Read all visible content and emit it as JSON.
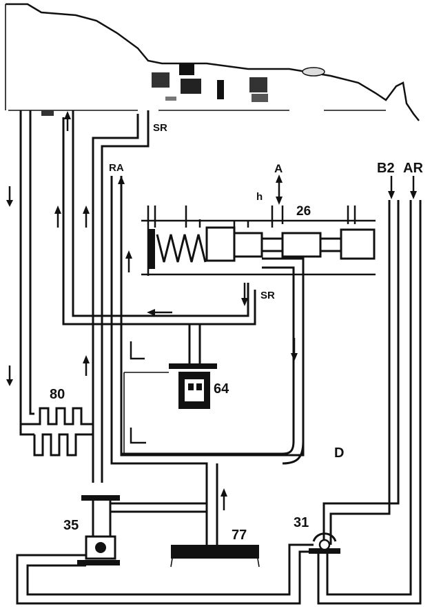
{
  "labels": {
    "sr_top": "SR",
    "ra": "RA",
    "a": "A",
    "h": "h",
    "valve_26": "26",
    "b2": "B2",
    "ar": "AR",
    "sr_mid": "SR",
    "part_64": "64",
    "part_80": "80",
    "d": "D",
    "part_35": "35",
    "part_77": "77",
    "part_31": "31"
  },
  "colors": {
    "line": "#111111",
    "background": "#ffffff"
  }
}
